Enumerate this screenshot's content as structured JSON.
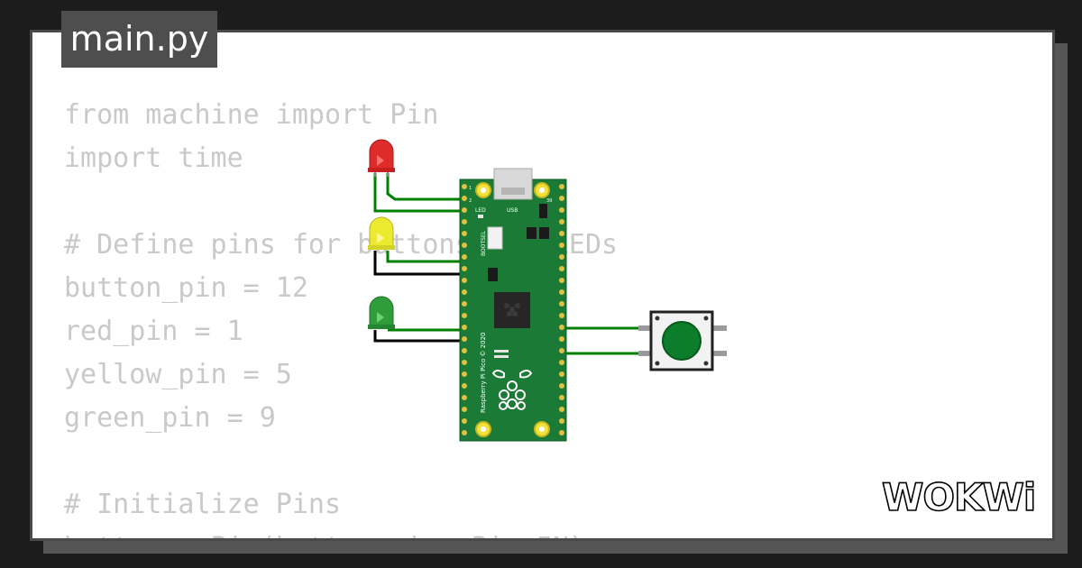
{
  "file_tab": {
    "label": "main.py"
  },
  "code_lines": [
    "from machine import Pin",
    "import time",
    "",
    "# Define pins for buttons and LEDs",
    "button_pin = 12",
    "red_pin = 1",
    "yellow_pin = 5",
    "green_pin = 9",
    "",
    "# Initialize Pins",
    "button = Pin(button_pin, Pin.IN)"
  ],
  "board": {
    "name_text": "Raspberry Pi Pico © 2020",
    "bootsel_text": "BOOTSEL",
    "led_text": "LED",
    "usb_text": "USB",
    "pin1_text": "1",
    "pin2_text": "2",
    "pin39_text": "39",
    "color": "#1b7a35"
  },
  "leds": [
    {
      "name": "red",
      "color": "#e02b2b"
    },
    {
      "name": "yellow",
      "color": "#ecea2e"
    },
    {
      "name": "green",
      "color": "#2f9e3a"
    }
  ],
  "button_color": "#0c7d2a",
  "wire_color": "#008000",
  "brand": {
    "logo_text": "WOKWi"
  }
}
